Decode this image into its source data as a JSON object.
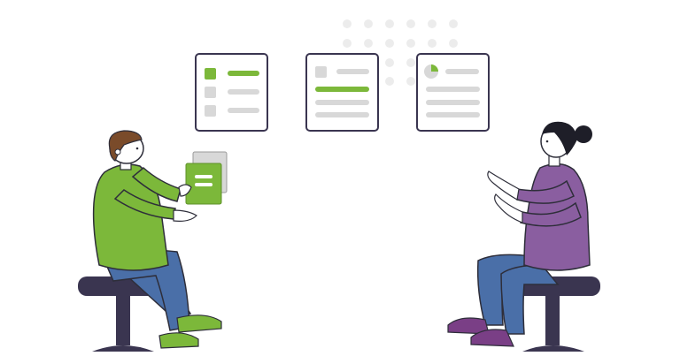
{
  "illustration": {
    "colors": {
      "green": "#7cb83a",
      "purple": "#8a5ea0",
      "jeans": "#4a6fa8",
      "stool": "#3a3550",
      "card_border": "#3a3550",
      "light_gray": "#d8d8d8",
      "dot_gray": "#ececec",
      "skin": "#ffffff"
    },
    "cards": [
      {
        "kind": "checklist-card"
      },
      {
        "kind": "form-card"
      },
      {
        "kind": "report-card"
      }
    ],
    "people": [
      {
        "role": "presenter",
        "shirt": "green"
      },
      {
        "role": "listener",
        "shirt": "purple"
      }
    ]
  }
}
